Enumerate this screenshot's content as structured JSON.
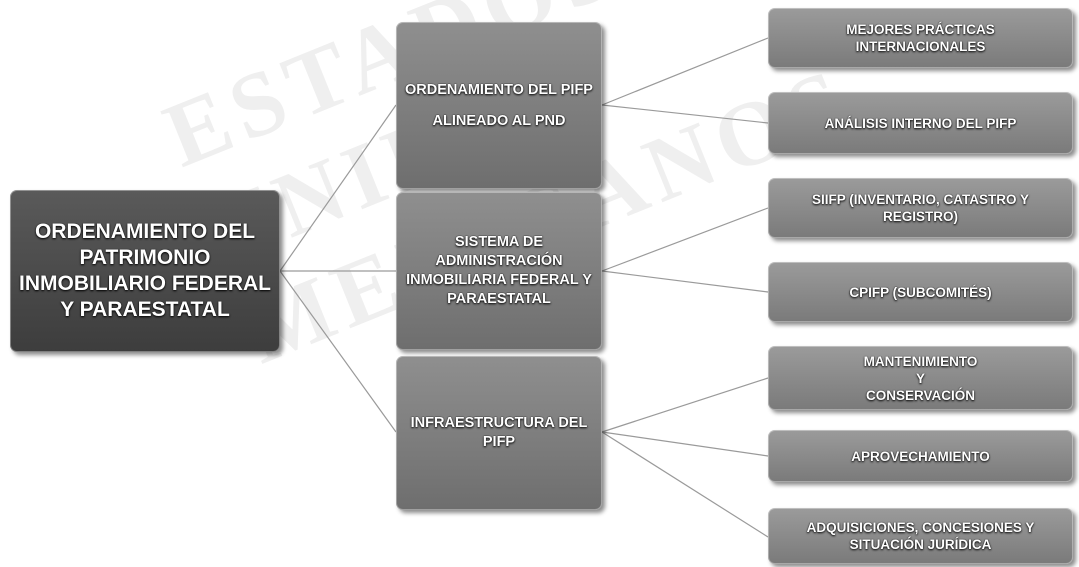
{
  "root": {
    "label": "ORDENAMIENTO DEL PATRIMONIO INMOBILIARIO FEDERAL Y PARAESTATAL"
  },
  "branches": [
    {
      "line1": "ORDENAMIENTO DEL PIFP",
      "line2": "ALINEADO AL PND"
    },
    {
      "line1": "SISTEMA DE ADMINISTRACIÓN INMOBILIARIA FEDERAL Y PARAESTATAL",
      "line2": ""
    },
    {
      "line1": "INFRAESTRUCTURA DEL PIFP",
      "line2": ""
    }
  ],
  "leaves": [
    {
      "line1": "MEJORES PRÁCTICAS",
      "line2": "INTERNACIONALES",
      "line3": ""
    },
    {
      "line1": "ANÁLISIS INTERNO DEL PIFP",
      "line2": "",
      "line3": ""
    },
    {
      "line1": "SIIFP (INVENTARIO, CATASTRO Y",
      "line2": "REGISTRO)",
      "line3": ""
    },
    {
      "line1": "CPIFP (SUBCOMITÉS)",
      "line2": "",
      "line3": ""
    },
    {
      "line1": "MANTENIMIENTO",
      "line2": "Y",
      "line3": "CONSERVACIÓN"
    },
    {
      "line1": "APROVECHAMIENTO",
      "line2": "",
      "line3": ""
    },
    {
      "line1": "ADQUISICIONES, CONCESIONES Y",
      "line2": "SITUACIÓN JURÍDICA",
      "line3": ""
    }
  ],
  "watermark": {
    "text": "ESTADOS UNIDOS MEXICANOS"
  },
  "colors": {
    "root": "#4a4a4a",
    "branch": "#7f7f7f",
    "leaf": "#8a8a8a",
    "connector": "#9a9a9a"
  }
}
